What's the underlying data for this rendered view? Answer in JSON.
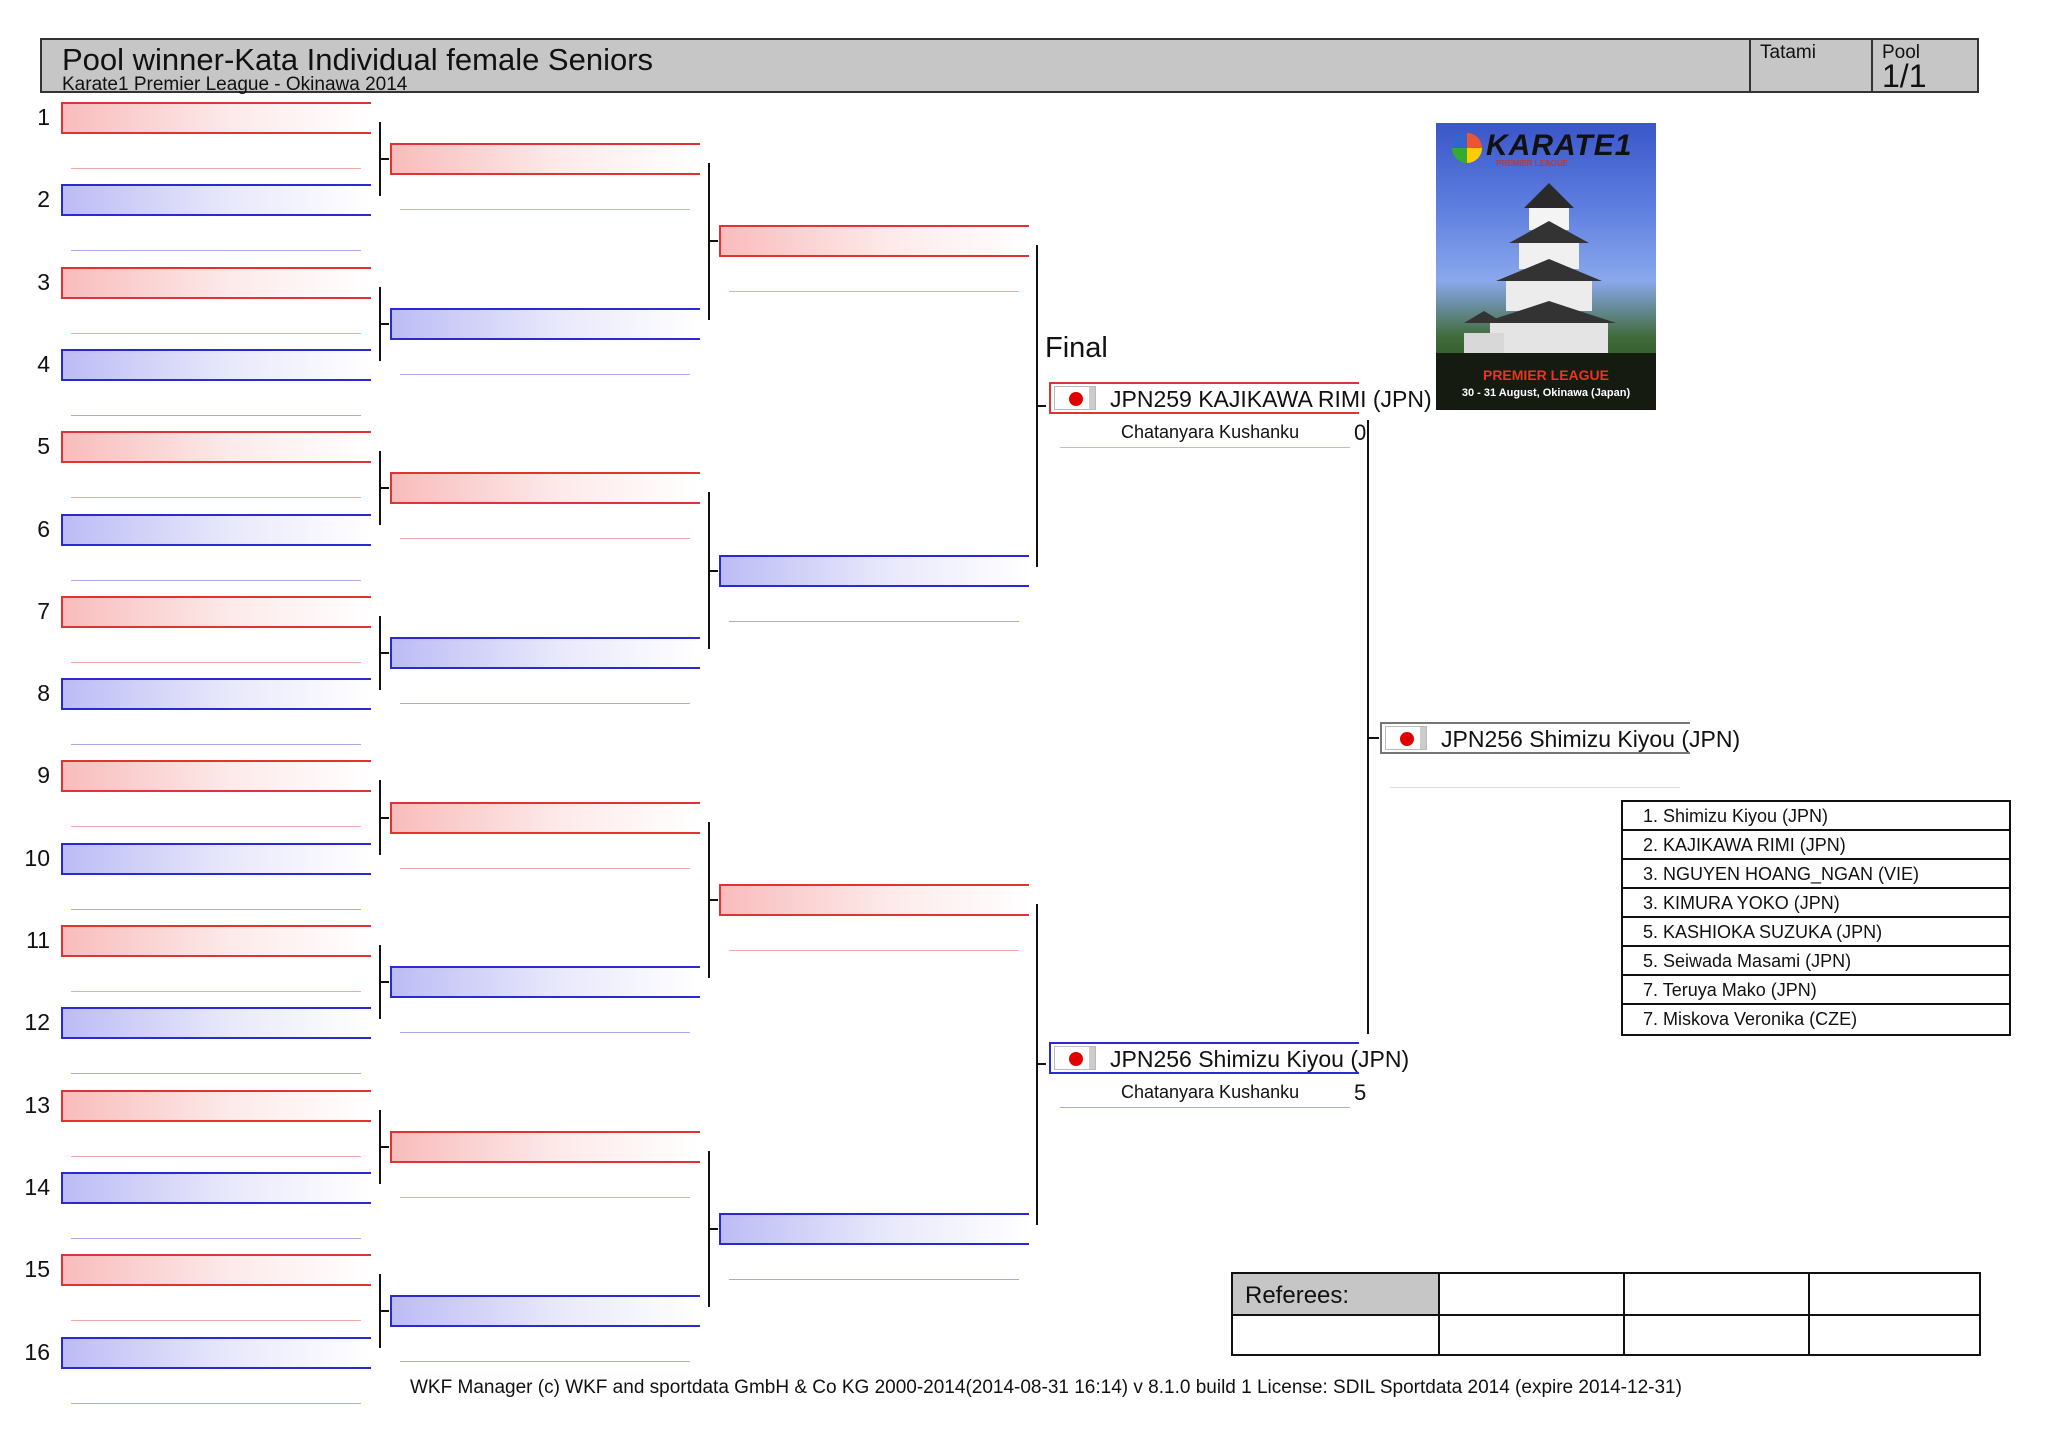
{
  "header": {
    "title": "Pool winner-Kata Individual female Seniors",
    "subtitle": "Karate1 Premier League - Okinawa 2014",
    "tatami_label": "Tatami",
    "pool_label": "Pool",
    "pool_value": "1/1"
  },
  "rows": [
    "1",
    "2",
    "3",
    "4",
    "5",
    "6",
    "7",
    "8",
    "9",
    "10",
    "11",
    "12",
    "13",
    "14",
    "15",
    "16"
  ],
  "final": {
    "label": "Final",
    "top": {
      "name": "JPN259 KAJIKAWA RIMI (JPN)",
      "kata": "Chatanyara Kushanku",
      "score": "0",
      "flag_icon": "japan-flag"
    },
    "bottom": {
      "name": "JPN256 Shimizu Kiyou (JPN)",
      "kata": "Chatanyara Kushanku",
      "score": "5",
      "flag_icon": "japan-flag"
    },
    "winner": {
      "name": "JPN256 Shimizu Kiyou (JPN)",
      "flag_icon": "japan-flag"
    }
  },
  "poster": {
    "logo_text": "KARATE1",
    "logo_sub": "PREMIER LEAGUE",
    "event_text": "PREMIER LEAGUE",
    "date_text": "30 - 31 August, Okinawa (Japan)"
  },
  "results": [
    "1. Shimizu Kiyou (JPN)",
    "2. KAJIKAWA RIMI (JPN)",
    "3. NGUYEN HOANG_NGAN (VIE)",
    "3. KIMURA YOKO (JPN)",
    "5. KASHIOKA SUZUKA (JPN)",
    "5. Seiwada Masami (JPN)",
    "7. Teruya Mako (JPN)",
    "7. Miskova Veronika (CZE)"
  ],
  "referees": {
    "label": "Referees:"
  },
  "footer": "WKF Manager (c) WKF and sportdata GmbH & Co KG 2000-2014(2014-08-31 16:14) v 8.1.0 build 1 License: SDIL Sportdata 2014 (expire 2014-12-31)",
  "colors": {
    "aka": "#e03434",
    "ao": "#2a2ad0",
    "header_bg": "#c6c6c6"
  }
}
